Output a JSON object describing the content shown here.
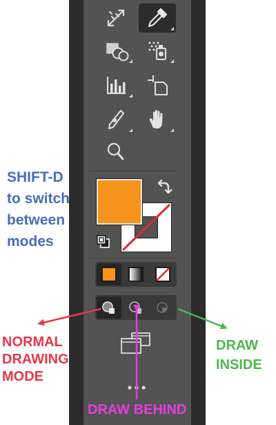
{
  "toolbar": {
    "tools": [
      {
        "name": "blend-tool",
        "icon": "blend-arrows-icon",
        "active": false
      },
      {
        "name": "eyedropper-tool",
        "icon": "eyedropper-icon",
        "active": true
      },
      {
        "name": "shape-builder-tool",
        "icon": "shape-builder-icon",
        "active": false
      },
      {
        "name": "symbol-sprayer-tool",
        "icon": "symbol-sprayer-icon",
        "active": false
      },
      {
        "name": "graph-tool",
        "icon": "bar-graph-icon",
        "active": false
      },
      {
        "name": "artboard-tool",
        "icon": "artboard-icon",
        "active": false
      },
      {
        "name": "slice-tool",
        "icon": "slice-knife-icon",
        "active": false
      },
      {
        "name": "hand-tool",
        "icon": "hand-icon",
        "active": false
      },
      {
        "name": "zoom-tool",
        "icon": "zoom-magnifier-icon",
        "active": false
      }
    ],
    "fill_color": "#f7941d",
    "stroke": "none",
    "fill_modes": [
      "color",
      "gradient",
      "none"
    ],
    "selected_fill_mode": "color",
    "drawing_modes": [
      "normal",
      "behind",
      "inside"
    ],
    "selected_drawing_mode": "normal"
  },
  "annotations": {
    "shift_d": [
      "SHIFT-D",
      "to switch",
      "between",
      "modes"
    ],
    "normal": [
      "NORMAL",
      "DRAWING",
      "MODE"
    ],
    "inside": [
      "DRAW",
      "INSIDE"
    ],
    "behind": "DRAW BEHIND"
  },
  "colors": {
    "shift_d": "#4a6bbb",
    "normal": "#e8374a",
    "inside": "#4cb84c",
    "behind": "#e83ce0"
  }
}
